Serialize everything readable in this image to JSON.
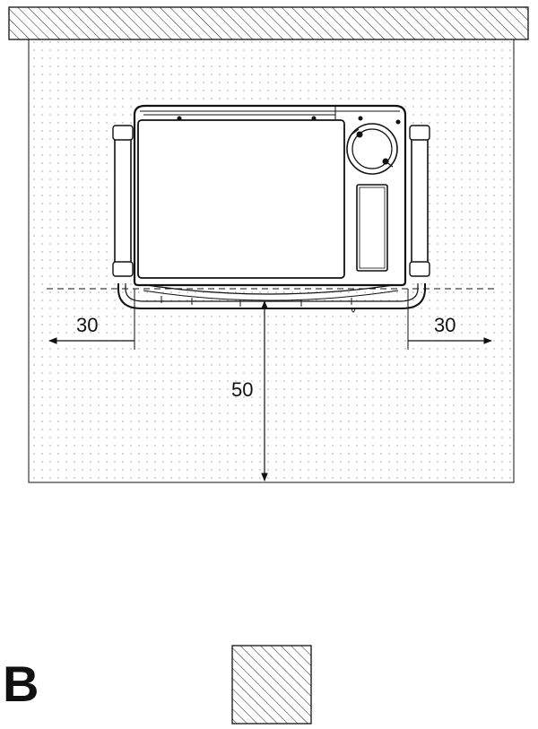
{
  "diagram": {
    "dimensions": {
      "left_clearance": "30",
      "right_clearance": "30",
      "front_clearance": "50"
    },
    "section_label": "B",
    "colors": {
      "line": "#111111",
      "hatch": "#222222",
      "dot": "#9a9a9a"
    }
  }
}
